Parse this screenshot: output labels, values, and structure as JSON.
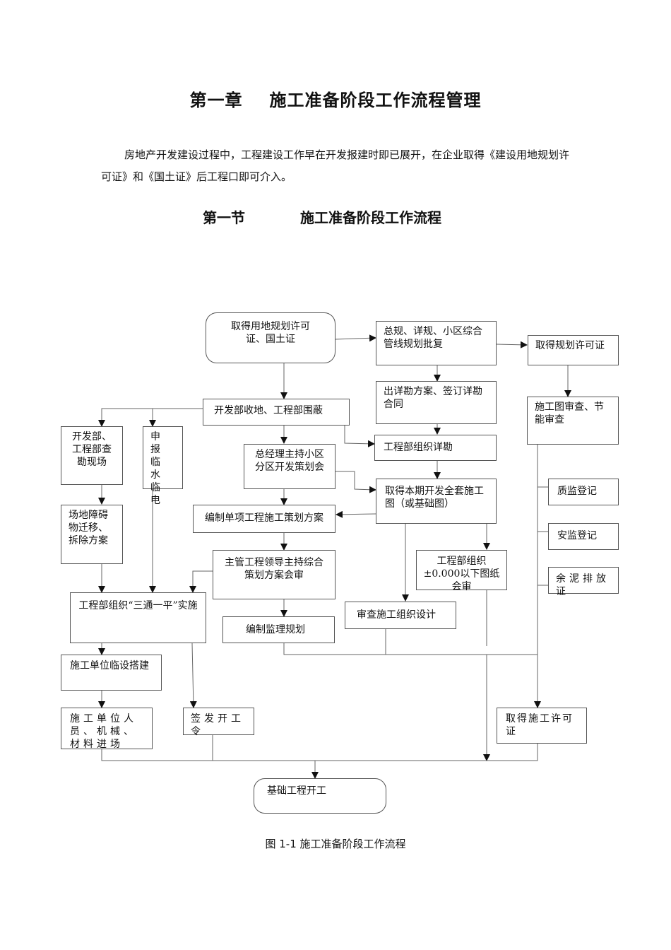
{
  "chapter": {
    "label": "第一章",
    "title": "施工准备阶段工作流程管理"
  },
  "intro": "房地产开发建设过程中，工程建设工作早在开发报建时即已展开，在企业取得《建设用地规划许可证》和《国土证》后工程口即可介入。",
  "section": {
    "label": "第一节",
    "title": "施工准备阶段工作流程"
  },
  "flow": {
    "land_permit": "取得用地规划许可证、国土证",
    "master_plan": "总规、详规、小区综合管线规划批复",
    "planning_permit": "取得规划许可证",
    "survey_plan": "出详勘方案、签订详勘合同",
    "drawing_review": "施工图审查、节能审查",
    "enclosure": "开发部收地、工程部围蔽",
    "site_survey": "开发部、工程部查勘现场",
    "utilities_apply": "申报临水临电",
    "gm_meeting": "总经理主持小区分区开发策划会",
    "org_survey": "工程部组织详勘",
    "quality_reg": "质监登记",
    "get_drawings": "取得本期开发全套施工图（或基础图）",
    "obstacle_removal": "场地障碍物迁移、拆除方案",
    "single_plan": "编制单项工程施工策划方案",
    "safety_reg": "安监登记",
    "plan_review_meeting": "主管工程领导主持综合策划方案会审",
    "below_zero_review": "工程部组织±0.000以下图纸会审",
    "mud_permit": "余泥排放证",
    "three_utilities": "工程部组织“三通一平”实施",
    "review_org_design": "审查施工组织设计",
    "supervision_plan": "编制监理规划",
    "temp_facilities": "施工单位临设搭建",
    "personnel_entry": "施工单位人员、机械、材料进场",
    "start_order": "签发开工令",
    "construction_permit": "取得施工许可证",
    "foundation_start": "基础工程开工"
  },
  "caption": "图 1-1 施工准备阶段工作流程"
}
